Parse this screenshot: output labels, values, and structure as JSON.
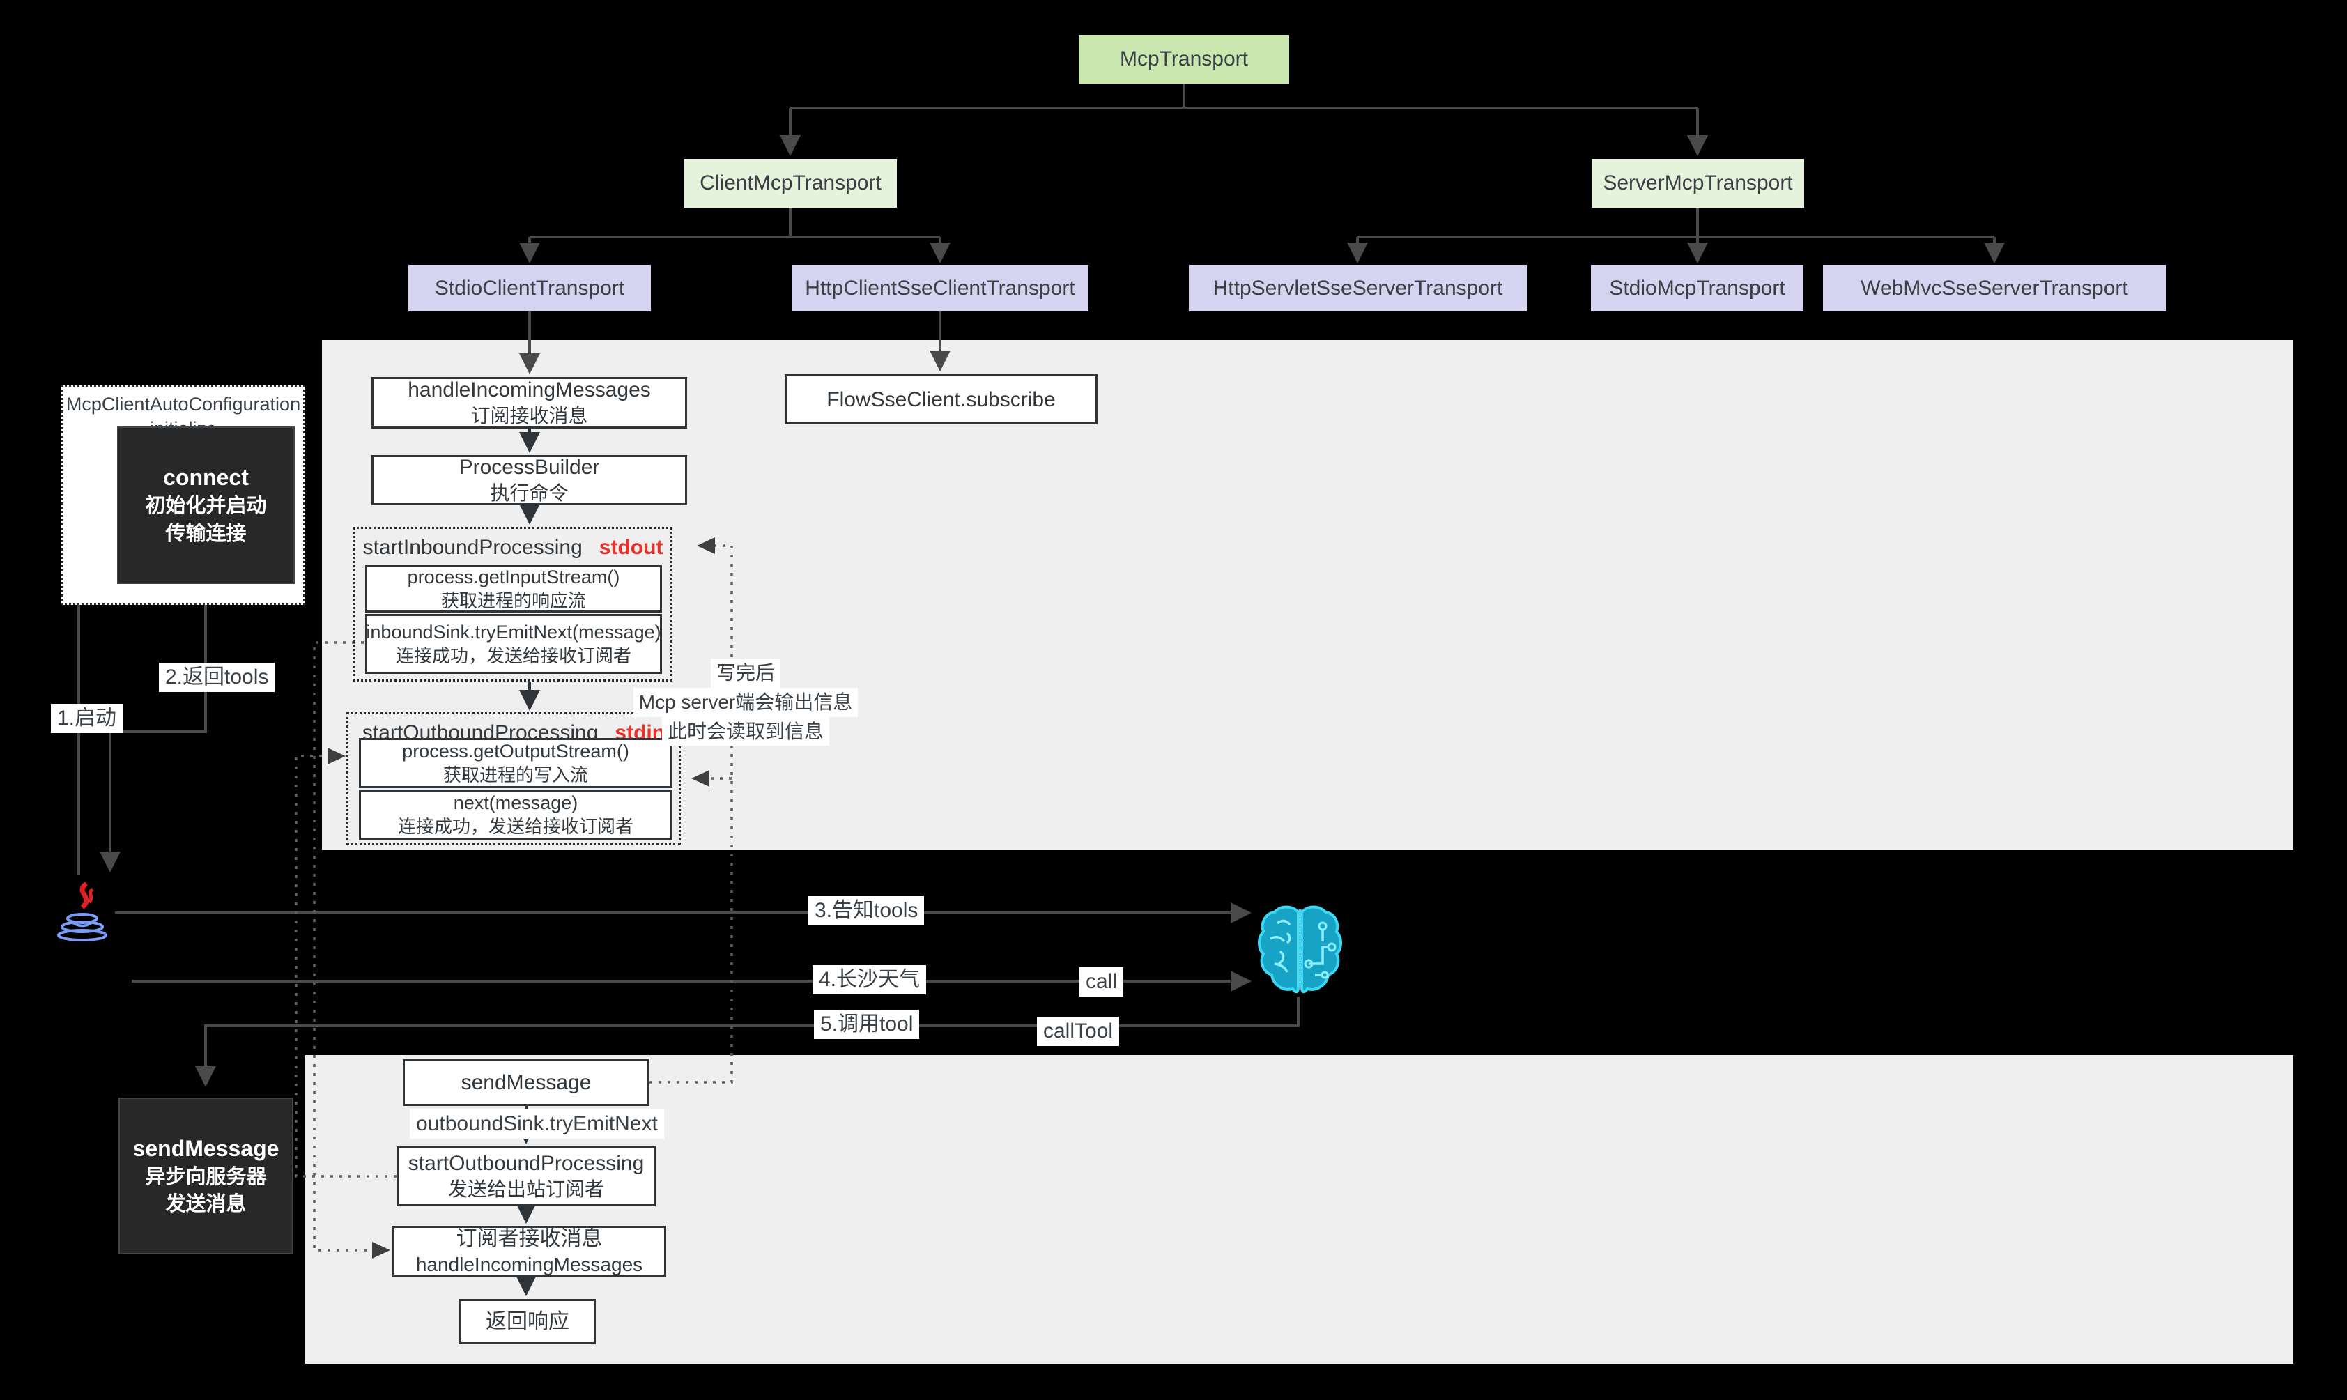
{
  "colors": {
    "bg": "#000000",
    "panel": "#efefef",
    "root-green": "#c9e7ae",
    "branch-green": "#e5f2dc",
    "leaf-purple": "#d5d3f0",
    "box-border": "#2f3438",
    "dark-box": "#282828",
    "red": "#e8312a"
  },
  "tree": {
    "root": "McpTransport",
    "client": "ClientMcpTransport",
    "server": "ServerMcpTransport",
    "leaves": [
      "StdioClientTransport",
      "HttpClientSseClientTransport",
      "HttpServletSseServerTransport",
      "StdioMcpTransport",
      "WebMvcSseServerTransport"
    ]
  },
  "client_flow": {
    "handle_incoming": {
      "title": "handleIncomingMessages",
      "sub": "订阅接收消息"
    },
    "process_builder": {
      "title": "ProcessBuilder",
      "sub": "执行命令"
    },
    "flow_sse": {
      "title": "FlowSseClient.subscribe"
    },
    "inbound_group": {
      "title": "startInboundProcessing",
      "tag": "stdout",
      "steps": [
        {
          "title": "process.getInputStream()",
          "sub": "获取进程的响应流"
        },
        {
          "title": "inboundSink.tryEmitNext(message)",
          "sub": "连接成功，发送给接收订阅者"
        }
      ]
    },
    "outbound_group": {
      "title": "startOutboundProcessing",
      "tag": "stdin",
      "steps": [
        {
          "title": "process.getOutputStream()",
          "sub": "获取进程的写入流"
        },
        {
          "title": "next(message)",
          "sub": "连接成功，发送给接收订阅者"
        }
      ]
    },
    "note": {
      "line1": "写完后",
      "line2": "Mcp server端会输出信息",
      "line3": "此时会读取到信息"
    }
  },
  "config": {
    "title_line1": "McpClientAutoConfiguration",
    "title_line2": "initialize",
    "connect_title": "connect",
    "connect_sub": "初始化并启动传输连接"
  },
  "labels": {
    "start": "1.启动",
    "return_tools": "2.返回tools",
    "notify_tools": "3.告知tools",
    "weather": "4.长沙天气",
    "call": "call",
    "invoke_tool": "5.调用tool",
    "call_tool": "callTool"
  },
  "send_flow": {
    "send_message": "sendMessage",
    "try_emit": "outboundSink.tryEmitNext",
    "outbound": {
      "title": "startOutboundProcessing",
      "sub": "发送给出站订阅者"
    },
    "subscriber": {
      "title": "订阅者接收消息",
      "sub": "handleIncomingMessages"
    },
    "response": "返回响应",
    "dark_box": {
      "title": "sendMessage",
      "sub": "异步向服务器发送消息"
    }
  },
  "icons": {
    "java": "java-logo",
    "brain": "ai-brain"
  }
}
